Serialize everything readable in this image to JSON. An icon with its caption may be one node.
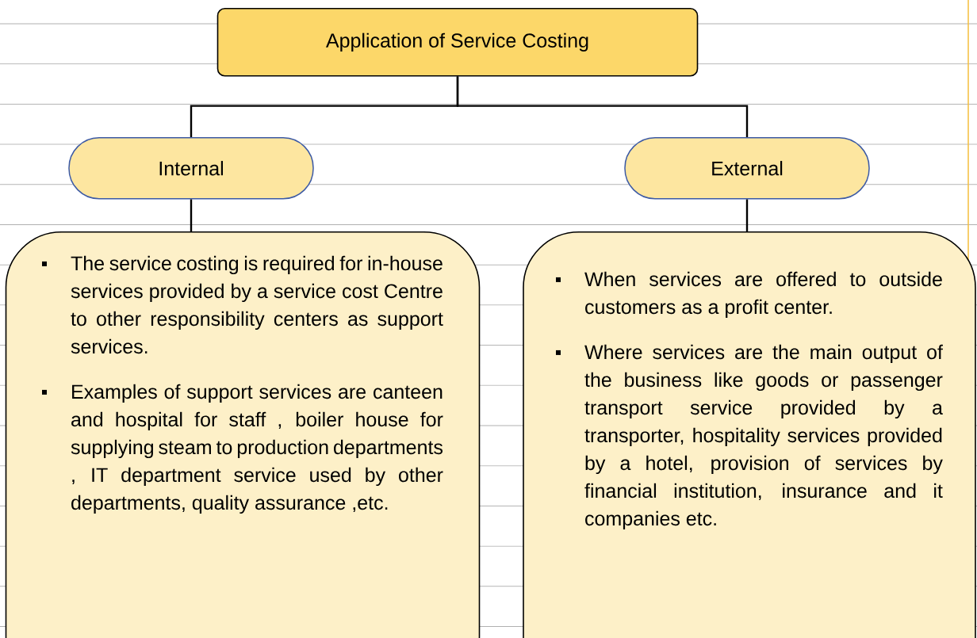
{
  "diagram": {
    "nodes": [
      {
        "text": [
          "Application of Service Costing"
        ]
      },
      {
        "text": [
          "Internal"
        ]
      },
      {
        "text": [
          "External"
        ]
      },
      {
        "text": [
          "The service costing is required for in-house services provided by a service cost Centre to other responsibility centers as support services.",
          "Examples of support services are canteen and hospital for staff , boiler house for supplying steam to production departments , IT department service used by other departments, quality assurance ,etc."
        ]
      },
      {
        "text": [
          "When services are offered to outside customers as a profit center.",
          "Where services are the main output of the business like goods or passenger transport service provided by a transporter, hospitality services provided by a hotel, provision of services by financial institution, insurance and it companies etc."
        ]
      }
    ],
    "edges": [
      {
        "from": 0,
        "to": 1,
        "arrow": "none"
      },
      {
        "from": 0,
        "to": 2,
        "arrow": "none"
      },
      {
        "from": 1,
        "to": 3,
        "arrow": "none"
      },
      {
        "from": 2,
        "to": 4,
        "arrow": "none"
      }
    ]
  }
}
